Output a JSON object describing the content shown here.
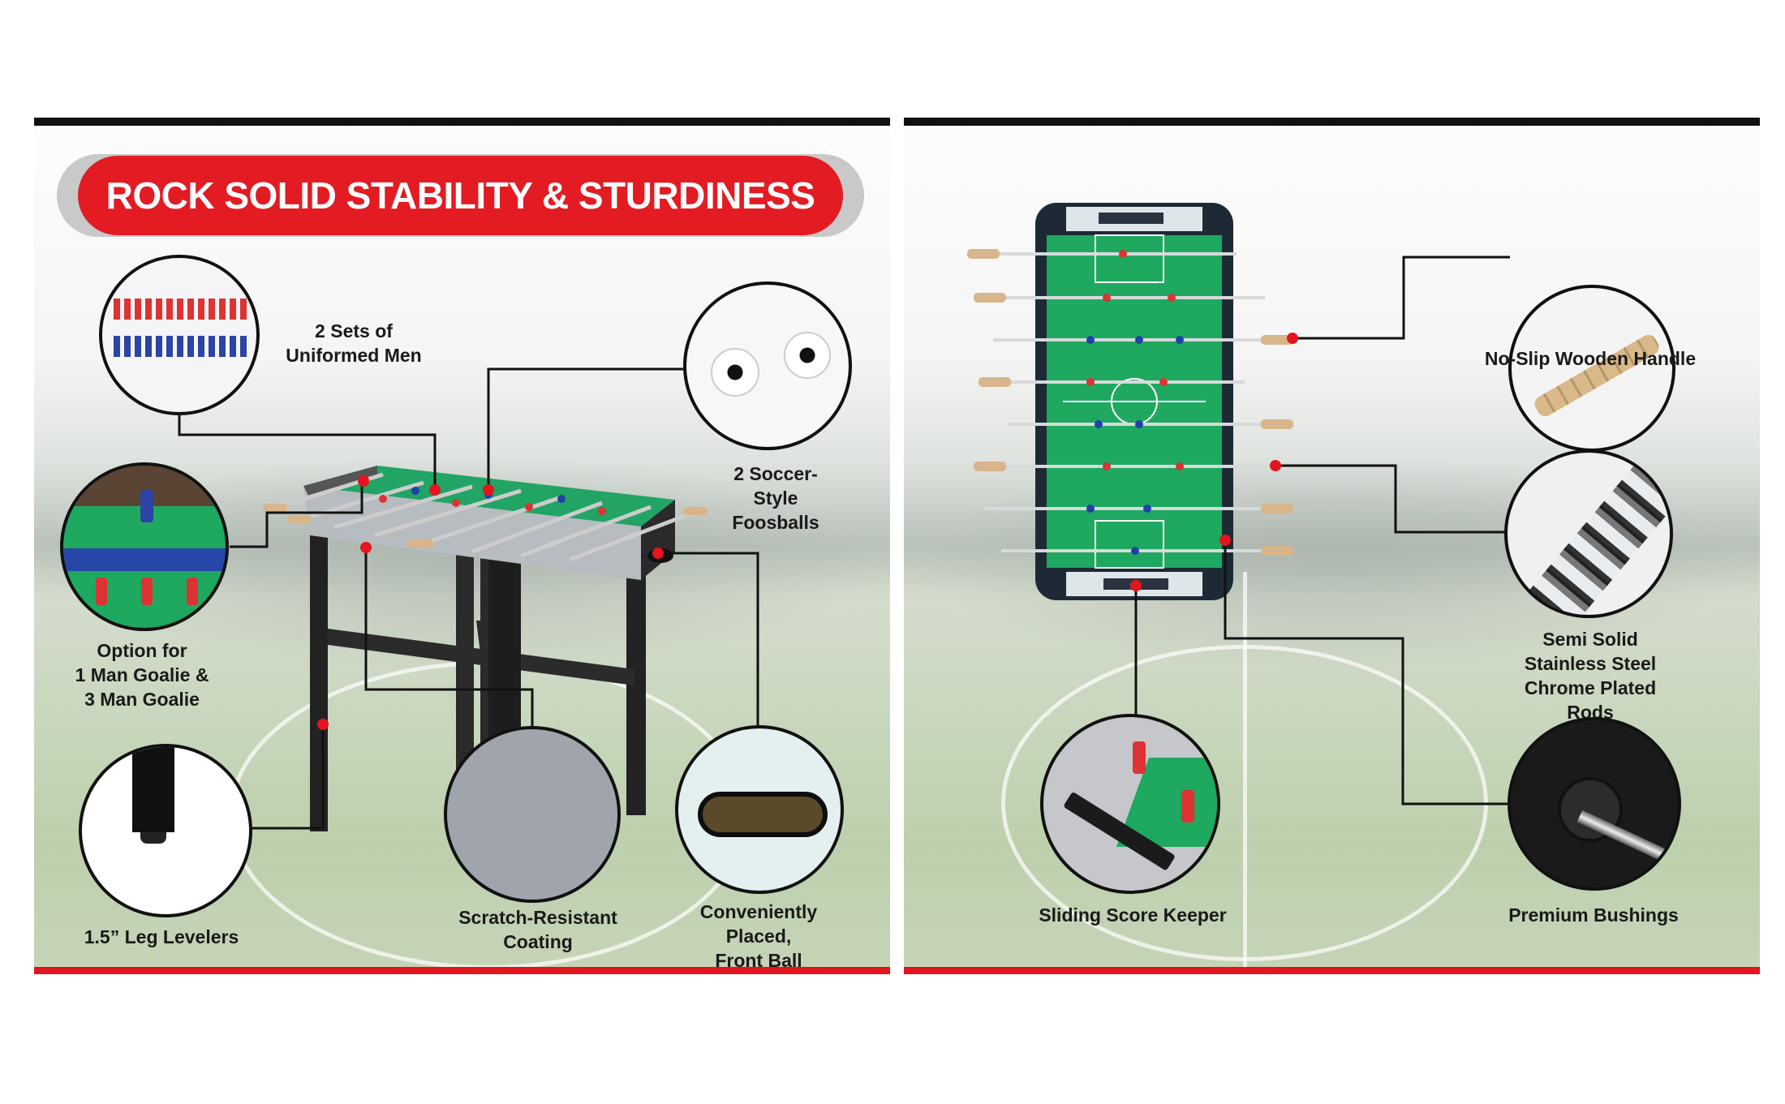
{
  "left_panel": {
    "banner_title": "ROCK SOLID STABILITY & STURDINESS",
    "features": {
      "uniformed_men": "2 Sets of\nUniformed Men",
      "goalie_option": "Option for\n1 Man Goalie &\n3 Man Goalie",
      "leg_levelers": "1.5” Leg Levelers",
      "scratch_resistant": "Scratch-Resistant\nCoating",
      "ball_return": "Conveniently Placed,\nFront Ball Return",
      "foosballs": "2 Soccer-Style\nFoosballs"
    }
  },
  "right_panel": {
    "features": {
      "wooden_handle": "No-Slip Wooden Handle",
      "rods": "Semi Solid Stainless Steel\nChrome Plated Rods",
      "score_keeper": "Sliding Score Keeper",
      "bushings": "Premium Bushings"
    }
  },
  "colors": {
    "accent_red": "#e31b23",
    "border_black": "#111111",
    "field_green": "#1fa860"
  }
}
